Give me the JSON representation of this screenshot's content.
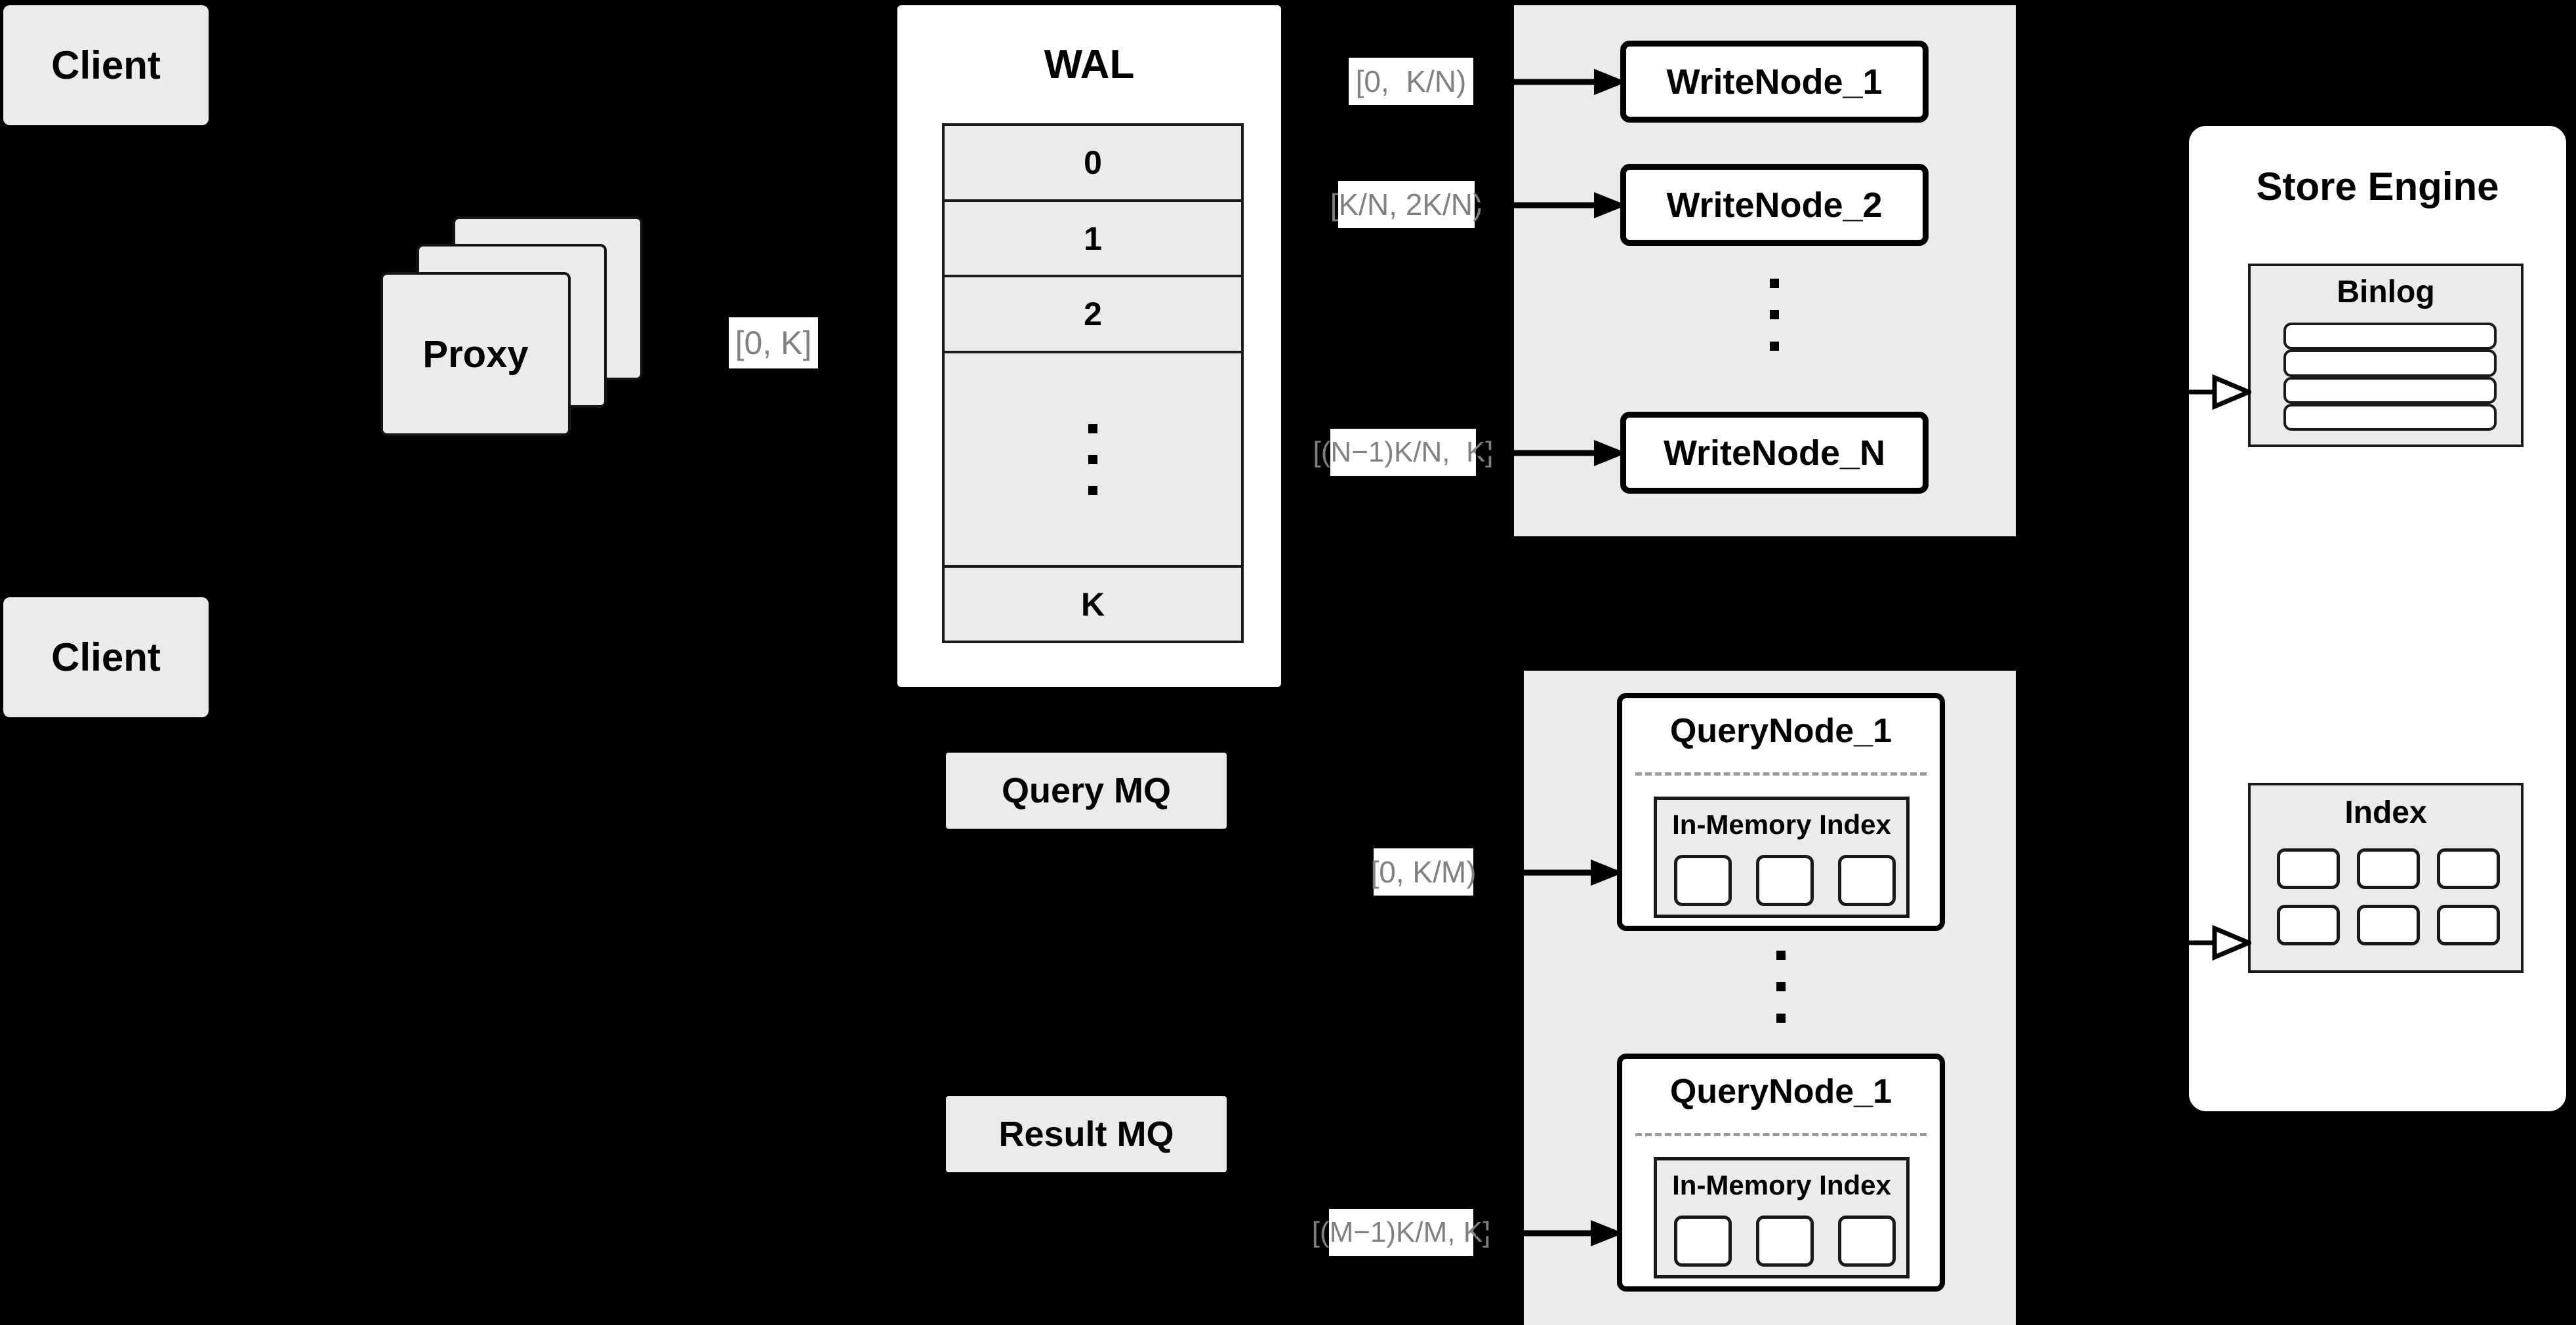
{
  "diagram": {
    "title": "Distributed write/query architecture",
    "background_color": "#000000",
    "card_fill": "#ebebeb",
    "panel_fill": "#ffffff",
    "label_text_color": "#808080",
    "stroke_color": "#000000"
  },
  "clients": [
    {
      "label": "Client"
    },
    {
      "label": "Client"
    }
  ],
  "proxy": {
    "label": "Proxy",
    "stack_count": 3
  },
  "proxy_range_label": "[0, K]",
  "wal": {
    "title": "WAL",
    "rows": [
      "0",
      "1",
      "2",
      "⋮",
      "K"
    ],
    "ellipsis_row_index": 3
  },
  "write_cluster": {
    "nodes": [
      {
        "label": "WriteNode_1",
        "range": "[0,  K/N)"
      },
      {
        "label": "WriteNode_2",
        "range": "[K/N, 2K/N)"
      },
      {
        "label": "WriteNode_N",
        "range": "[(N−1)K/N,  K]"
      }
    ],
    "ellipsis": "⋮"
  },
  "mq": {
    "query": "Query MQ",
    "result": "Result MQ"
  },
  "query_cluster": {
    "nodes": [
      {
        "label": "QueryNode_1",
        "range": "[0, K/M)",
        "inner_title": "In-Memory Index",
        "slot_count": 3
      },
      {
        "label": "QueryNode_1",
        "range": "[(M−1)K/M, K]",
        "inner_title": "In-Memory Index",
        "slot_count": 3
      }
    ],
    "ellipsis": "⋮"
  },
  "store_engine": {
    "title": "Store Engine",
    "binlog": {
      "title": "Binlog",
      "slot_count": 4
    },
    "index": {
      "title": "Index",
      "slot_count": 6,
      "columns": 3,
      "rows": 2
    }
  },
  "arrows": [
    {
      "name": "wal-to-writenode-1",
      "style": "solid-filled"
    },
    {
      "name": "wal-to-writenode-2",
      "style": "solid-filled"
    },
    {
      "name": "wal-to-writenode-n",
      "style": "solid-filled"
    },
    {
      "name": "mq-to-querynode-1",
      "style": "solid-filled"
    },
    {
      "name": "mq-to-querynode-m",
      "style": "solid-filled"
    },
    {
      "name": "writecluster-to-binlog",
      "style": "open-triangle"
    },
    {
      "name": "querycluster-to-index",
      "style": "open-triangle"
    }
  ]
}
